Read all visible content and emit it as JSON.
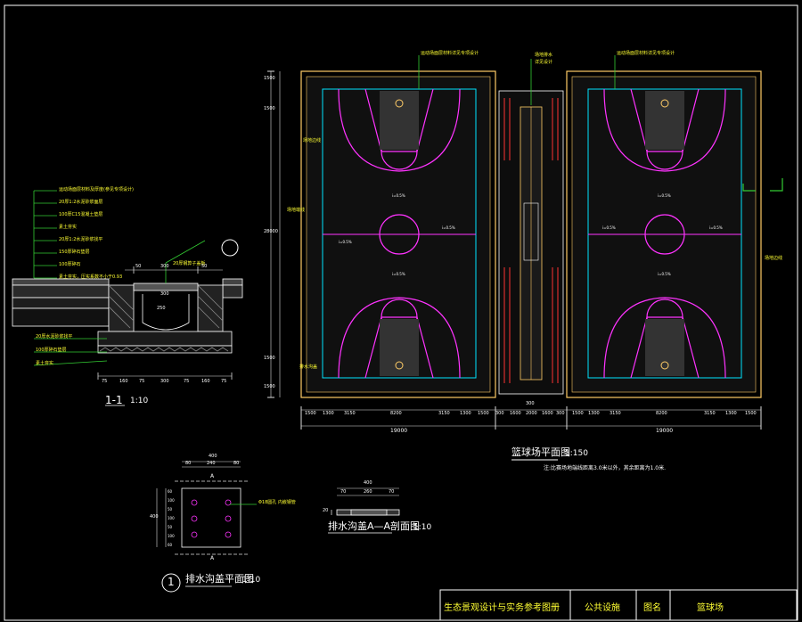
{
  "colors": {
    "background": "#000000",
    "frame": "#ffffff",
    "yellow": "#ffff33",
    "court_line": "#00e5ff",
    "paint": "#ff33ff",
    "boundary": "#ffcc66",
    "dim": "#dddddd",
    "green": "#33cc33",
    "red": "#ff3333"
  },
  "section_1_1": {
    "title": "1-1",
    "scale": "1:10",
    "layer_notes": [
      "运动场面层材料及厚度(参见专项设计)",
      "20厚1:2水泥砂浆面层",
      "100厚C15混凝土垫层",
      "素土夯实",
      "20厚1:2水泥砂浆找平",
      "150厚碎石垫层",
      "100厚碎石",
      "素土夯实，压实系数不小于0.93"
    ],
    "left_notes": [
      "20厚水泥砂浆找平",
      "100厚碎石垫层",
      "素土夯实"
    ],
    "grate_note": "20厚钢箅子盖板",
    "top_dims": [
      "50",
      "300",
      "50"
    ],
    "bottom_dims": [
      "75",
      "160",
      "75",
      "300",
      "75",
      "160",
      "75"
    ],
    "inner_dims": [
      "300",
      "250"
    ]
  },
  "court_plan": {
    "title": "篮球场平面图",
    "scale": "1:150",
    "note": "注:比赛场地端线距离3.0米以外，其余距离为1.0米.",
    "top_notes": [
      "运动场面层材料详见专项设计",
      "场地排水",
      "详见设计",
      "运动场面层材料详见专项设计"
    ],
    "side_notes": [
      "场地边线",
      "场地端线",
      "排水沟盖",
      "场地边线"
    ],
    "slope_labels": [
      "i=0.5%",
      "i=0.5%",
      "i=0.5%",
      "i=0.5%",
      "i=0.5%",
      "i=0.5%",
      "i=0.5%",
      "i=0.5%"
    ],
    "vertical_dims": [
      "1500",
      "1500",
      "28000",
      "1500",
      "1500"
    ],
    "bottom_dims": [
      "1500",
      "1300",
      "3150",
      "8200",
      "3150",
      "1300",
      "1500",
      "300",
      "1600",
      "2000",
      "1600",
      "300",
      "1500",
      "1300",
      "3150",
      "8200",
      "3150",
      "1300",
      "1500"
    ],
    "total_dims": [
      "19000",
      "19000"
    ],
    "mid_dim": "300"
  },
  "drain_plan": {
    "marker": "1",
    "title": "排水沟盖平面图",
    "scale": "1:10",
    "top_dim": "400",
    "sub_dims": [
      "80",
      "240",
      "80"
    ],
    "section_mark": "A",
    "left_dims": [
      "60",
      "100",
      "50",
      "100",
      "50",
      "100",
      "60"
    ],
    "total_left": "400",
    "note": "Φ18圆孔 内嵌钢管"
  },
  "drain_section": {
    "title": "排水沟盖A—A剖面图",
    "scale": "1:10",
    "top_dim": "400",
    "sub_dims": [
      "70",
      "260",
      "70"
    ],
    "thickness": "20"
  },
  "title_block": {
    "project": "生态景观设计与实务参考图册",
    "category": "公共设施",
    "label_drawing": "图名",
    "drawing_name": "篮球场"
  }
}
